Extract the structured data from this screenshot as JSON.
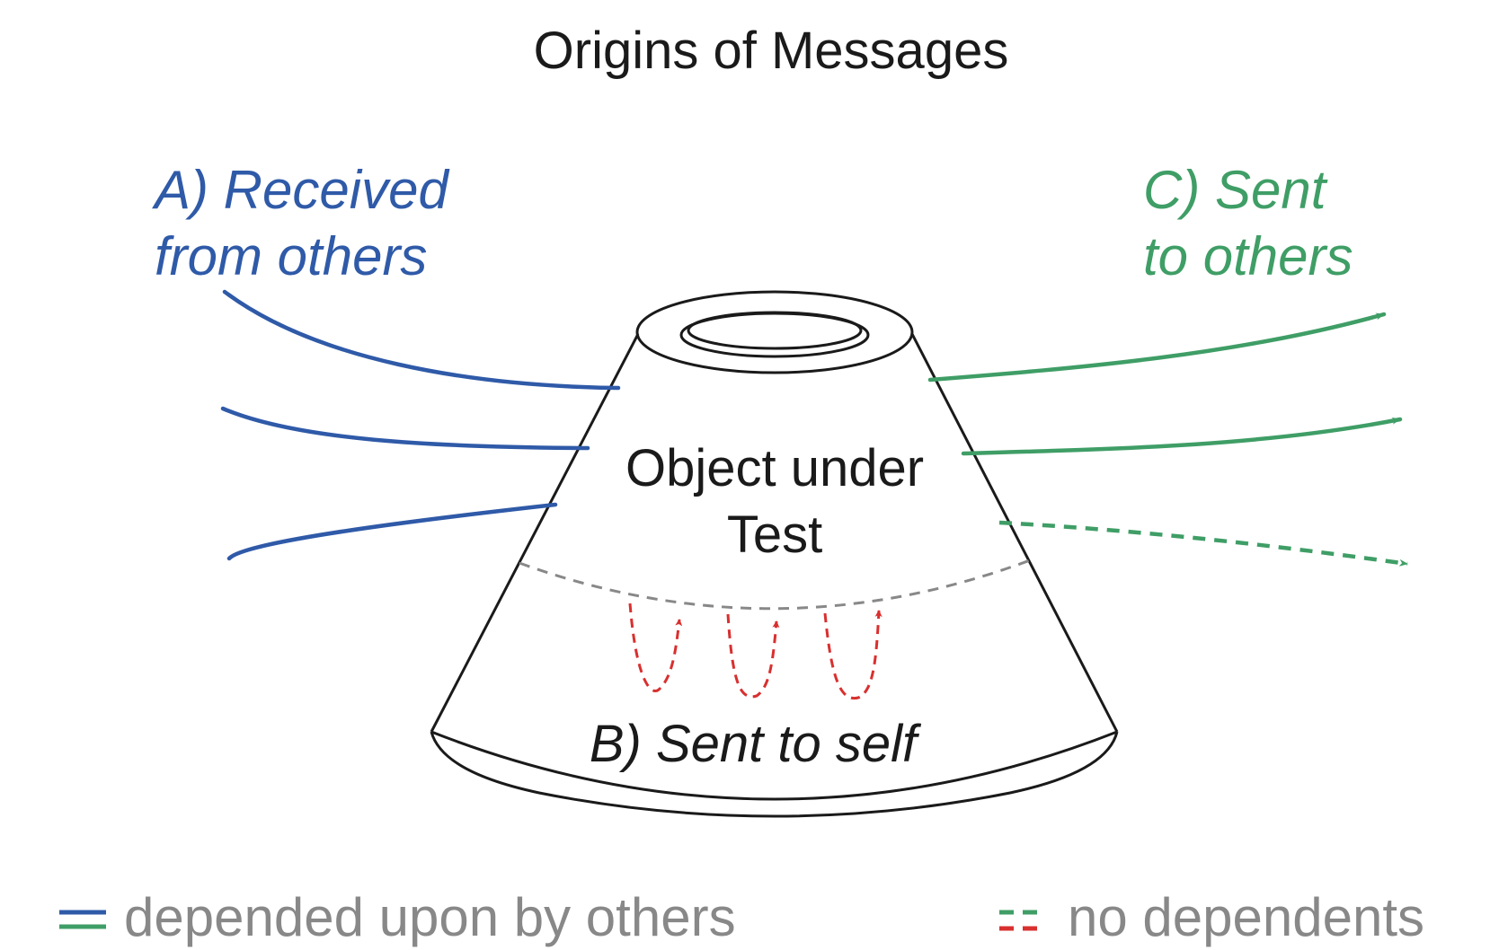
{
  "title": "Origins of Messages",
  "received": {
    "line1": "A) Received",
    "line2": "from others",
    "color": "#2f5aa8"
  },
  "sent_to_others": {
    "line1": "C) Sent",
    "line2": "to others",
    "color": "#3f9e66"
  },
  "object": {
    "line1": "Object under",
    "line2": "Test"
  },
  "sent_to_self": {
    "label": "B) Sent to self",
    "color": "#d8302f"
  },
  "legend": {
    "depended": "depended upon by others",
    "no_dependents": "no dependents"
  }
}
